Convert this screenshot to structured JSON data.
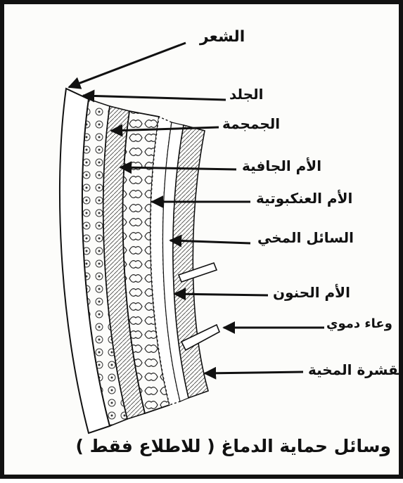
{
  "labels": {
    "hair": "الشعر",
    "skin": "الجلد",
    "skull": "الجمجمة",
    "dura_mater": "الأم الجافية",
    "arachnoid": "الأم العنكبوتية",
    "csf": "السائل المخي",
    "pia_mater": "الأم الحنون",
    "blood_vessel": "وعاء دموي",
    "cortex": "القشرة المخية"
  },
  "caption": "وسائل حماية الدماغ ( للاطلاع فقط )"
}
